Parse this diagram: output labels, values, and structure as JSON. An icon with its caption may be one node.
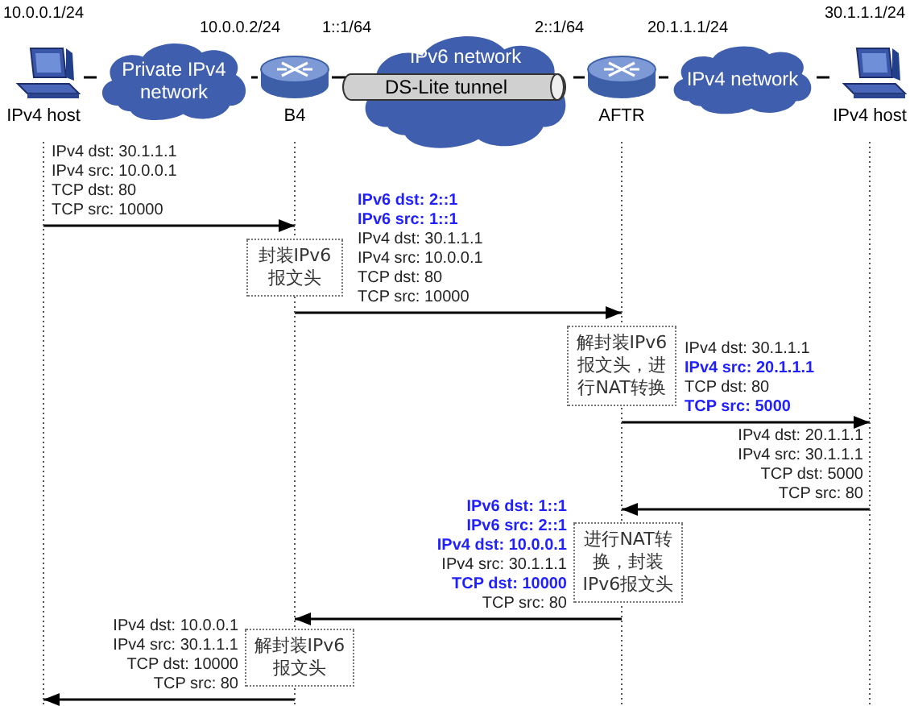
{
  "diagram": {
    "nodes": [
      {
        "text": [
          "IPv4 host"
        ]
      },
      {
        "text": [
          "Private IPv4 network"
        ]
      },
      {
        "text": [
          "B4"
        ]
      },
      {
        "text": [
          "IPv6 network"
        ]
      },
      {
        "text": [
          "DS-Lite tunnel"
        ]
      },
      {
        "text": [
          "AFTR"
        ]
      },
      {
        "text": [
          "IPv4 network"
        ]
      },
      {
        "text": [
          "IPv4 host"
        ]
      },
      {
        "text": [
          "封装IPv6报文头"
        ]
      },
      {
        "text": [
          "解封装IPv6报文头，进行NAT转换"
        ]
      },
      {
        "text": [
          "进行NAT转换，封装IPv6报文头"
        ]
      },
      {
        "text": [
          "解封装IPv6报文头"
        ]
      }
    ],
    "edges": [
      {
        "from": 0,
        "to": 1,
        "arrow": "none"
      },
      {
        "from": 1,
        "to": 2,
        "arrow": "none"
      },
      {
        "from": 2,
        "to": 3,
        "arrow": "none"
      },
      {
        "from": 3,
        "to": 5,
        "arrow": "none"
      },
      {
        "from": 5,
        "to": 6,
        "arrow": "none"
      },
      {
        "from": 6,
        "to": 7,
        "arrow": "none"
      },
      {
        "from": 0,
        "to": 2,
        "arrow": "to",
        "label": "IPv4 dst: 30.1.1.1 IPv4 src: 10.0.0.1 TCP dst: 80 TCP src: 10000"
      },
      {
        "from": 2,
        "to": 5,
        "arrow": "to",
        "label": "**IPv6 dst: 2::1** **IPv6 src: 1::1** IPv4 dst: 30.1.1.1 IPv4 src: 10.0.0.1 TCP dst: 80 TCP src: 10000"
      },
      {
        "from": 5,
        "to": 7,
        "arrow": "to",
        "label": "IPv4 dst: 30.1.1.1 **IPv4 src: 20.1.1.1** TCP dst: 80 **TCP src: 5000**"
      },
      {
        "from": 7,
        "to": 5,
        "arrow": "to",
        "label": "IPv4 dst: 20.1.1.1 IPv4 src: 30.1.1.1 TCP dst: 5000 TCP src: 80"
      },
      {
        "from": 5,
        "to": 2,
        "arrow": "to",
        "label": "**IPv6 dst: 1::1** **IPv6 src: 2::1** **IPv4 dst: 10.0.0.1** IPv4 src: 30.1.1.1 **TCP dst: 10000** TCP src: 80"
      },
      {
        "from": 2,
        "to": 0,
        "arrow": "to",
        "label": "IPv4 dst: 10.0.0.1 IPv4 src: 30.1.1.1 TCP dst: 10000 TCP src: 80"
      }
    ],
    "labels": [
      "10.0.0.1/24",
      "10.0.0.2/24",
      "1::1/64",
      "2::1/64",
      "20.1.1.1/24",
      "30.1.1.1/24"
    ]
  }
}
